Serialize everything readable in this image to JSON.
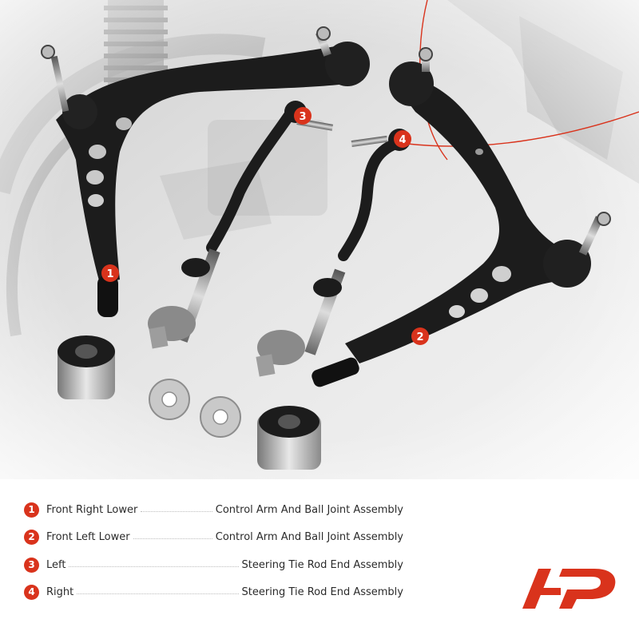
{
  "colors": {
    "accent": "#d9331c",
    "part_black": "#1b1b1b",
    "background_gray": "#d8d8d8"
  },
  "callouts": [
    "1",
    "2",
    "3",
    "4"
  ],
  "legend": {
    "items": [
      {
        "number": "1",
        "name": "Front Right Lower",
        "description": "Control Arm And Ball Joint Assembly"
      },
      {
        "number": "2",
        "name": "Front Left Lower",
        "description": "Control Arm And Ball Joint Assembly"
      },
      {
        "number": "3",
        "name": "Left",
        "description": "Steering Tie Rod End Assembly"
      },
      {
        "number": "4",
        "name": "Right",
        "description": "Steering Tie Rod End Assembly"
      }
    ]
  },
  "logo": {
    "icon": "a-premium-logo-icon"
  }
}
